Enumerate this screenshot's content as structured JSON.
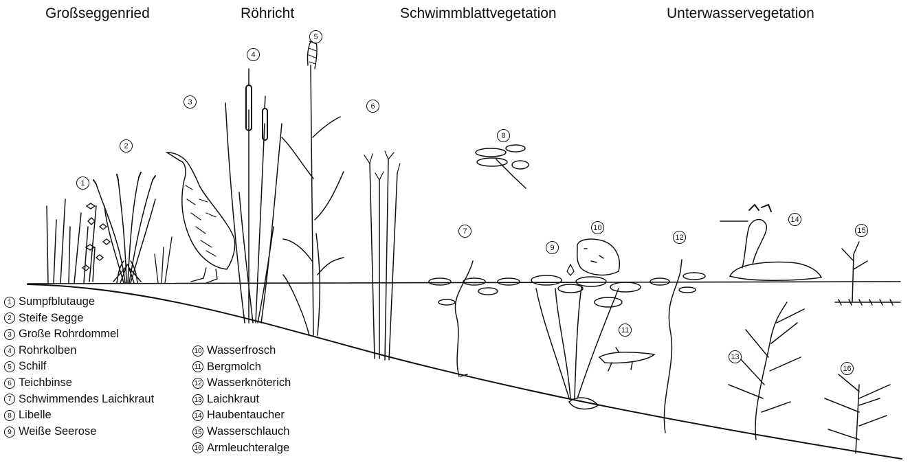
{
  "zones": [
    {
      "label": "Großseggenried"
    },
    {
      "label": "Röhricht"
    },
    {
      "label": "Schwimmblattvegetation"
    },
    {
      "label": "Unterwasservegetation"
    }
  ],
  "markers": [
    "1",
    "2",
    "3",
    "4",
    "5",
    "6",
    "7",
    "8",
    "9",
    "10",
    "11",
    "12",
    "13",
    "14",
    "15",
    "16"
  ],
  "legend": [
    {
      "num": "1",
      "name": "Sumpfblutauge"
    },
    {
      "num": "2",
      "name": "Steife Segge"
    },
    {
      "num": "3",
      "name": "Große Rohrdommel"
    },
    {
      "num": "4",
      "name": "Rohrkolben"
    },
    {
      "num": "5",
      "name": "Schilf"
    },
    {
      "num": "6",
      "name": "Teichbinse"
    },
    {
      "num": "7",
      "name": "Schwimmendes Laichkraut"
    },
    {
      "num": "8",
      "name": "Libelle"
    },
    {
      "num": "9",
      "name": "Weiße Seerose"
    },
    {
      "num": "10",
      "name": "Wasserfrosch"
    },
    {
      "num": "11",
      "name": "Bergmolch"
    },
    {
      "num": "12",
      "name": "Wasserknöterich"
    },
    {
      "num": "13",
      "name": "Laichkraut"
    },
    {
      "num": "14",
      "name": "Haubentaucher"
    },
    {
      "num": "15",
      "name": "Wasserschlauch"
    },
    {
      "num": "16",
      "name": "Armleuchteralge"
    }
  ],
  "colors": {
    "ink": "#111111",
    "background": "#ffffff"
  }
}
